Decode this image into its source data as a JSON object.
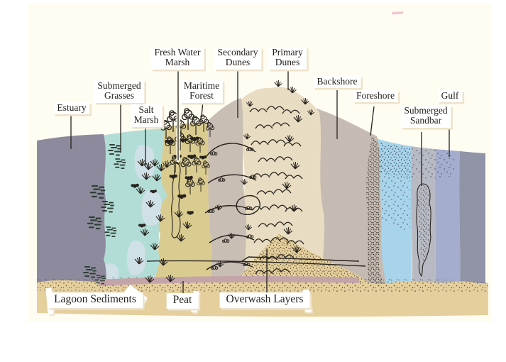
{
  "figure": {
    "kind": "barrier-island cross-section diagram"
  },
  "labels": {
    "estuary": "Estuary",
    "submerged_grasses": "Submerged\nGrasses",
    "salt_marsh": "Salt\nMarsh",
    "fresh_water_marsh": "Fresh Water\nMarsh",
    "maritime_forest": "Maritime\nForest",
    "secondary_dunes": "Secondary\nDunes",
    "primary_dunes": "Primary\nDunes",
    "backshore": "Backshore",
    "foreshore": "Foreshore",
    "submerged_sandbar": "Submerged\nSandbar",
    "gulf": "Gulf",
    "lagoon_sediments": "Lagoon Sediments",
    "peat": "Peat",
    "overwash_layers": "Overwash Layers"
  },
  "colors": {
    "page": "#fffcf1",
    "estuary": "#8e8a9d",
    "aqua": "#b2ddd6",
    "aqua-patch": "#cfe0e6",
    "khaki": "#dacc90",
    "dune-gray": "#c9beb4",
    "dune-cream": "#e8dcc2",
    "backshore": "#c5bbb2",
    "water-blue": "#a7d4ea",
    "band-gray": "#b7bac2",
    "band-lavender": "#a5adce",
    "band-dark": "#9194a7",
    "sand": "#e4cf9d",
    "peat-pink": "#c3a4a9",
    "ink": "#26221c",
    "grass-dark": "#2f4038",
    "label-bg": "#ffffff",
    "label-text": "#221e18",
    "shadow": "#eee3cb"
  }
}
